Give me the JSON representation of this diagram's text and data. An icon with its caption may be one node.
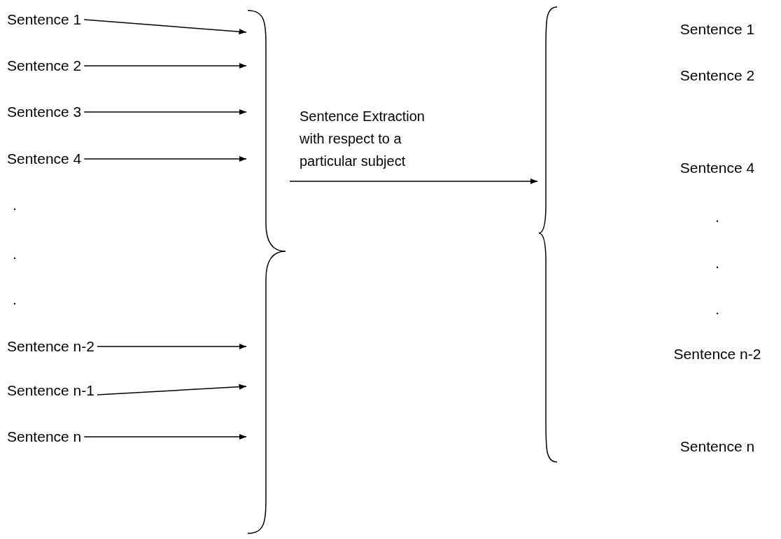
{
  "diagram": {
    "nodes": [
      {
        "text": [
          "Sentence 1"
        ]
      },
      {
        "text": [
          "Sentence 2"
        ]
      },
      {
        "text": [
          "Sentence 3"
        ]
      },
      {
        "text": [
          "Sentence 4"
        ]
      },
      {
        "text": [
          "Sentence n-2"
        ]
      },
      {
        "text": [
          "Sentence n-1"
        ]
      },
      {
        "text": [
          "Sentence n"
        ]
      },
      {
        "text": [],
        "shape": "brace"
      },
      {
        "text": [],
        "shape": "brace"
      }
    ],
    "edges": [
      {
        "from": 0,
        "to": 7,
        "arrow": "to"
      },
      {
        "from": 1,
        "to": 7,
        "arrow": "to"
      },
      {
        "from": 2,
        "to": 7,
        "arrow": "to"
      },
      {
        "from": 3,
        "to": 7,
        "arrow": "to"
      },
      {
        "from": 4,
        "to": 7,
        "arrow": "to"
      },
      {
        "from": 5,
        "to": 7,
        "arrow": "to"
      },
      {
        "from": 6,
        "to": 7,
        "arrow": "to"
      },
      {
        "from": 7,
        "to": 8,
        "arrow": "to",
        "label": "Sentence Extraction with respect to a particular subject"
      }
    ],
    "labels": [
      ".",
      ".",
      ".",
      "Sentence 1",
      "Sentence 2",
      "Sentence 4",
      ".",
      ".",
      ".",
      "Sentence n-2",
      "Sentence n"
    ]
  }
}
